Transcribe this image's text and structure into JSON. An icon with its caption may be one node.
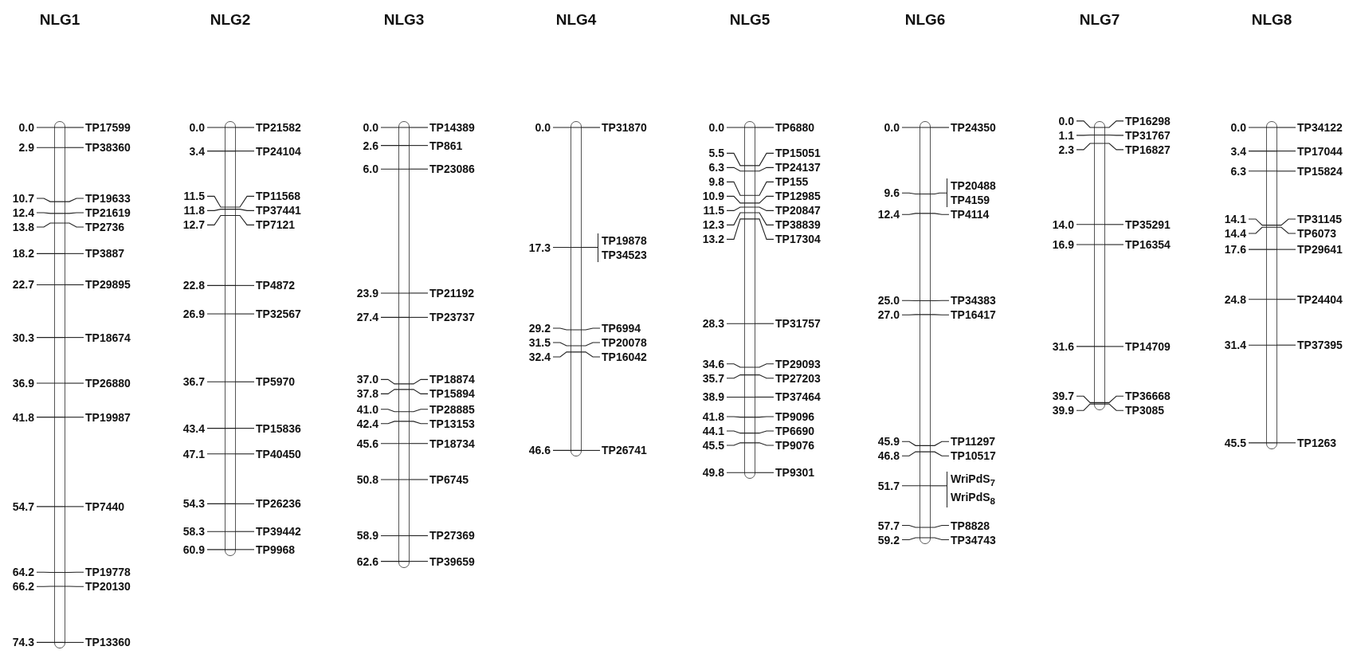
{
  "diagram": {
    "nodes": [
      {
        "text": [],
        "shape": "bar",
        "beside": [
          "0.0",
          "2.9",
          "10.7",
          "12.4",
          "13.8",
          "18.2",
          "22.7",
          "30.3",
          "36.9",
          "41.8",
          "54.7",
          "64.2",
          "66.2",
          "74.3"
        ]
      },
      {
        "text": [
          "TP17599"
        ]
      },
      {
        "text": [
          "TP38360"
        ]
      },
      {
        "text": [
          "TP19633"
        ]
      },
      {
        "text": [
          "TP21619"
        ]
      },
      {
        "text": [
          "TP2736"
        ]
      },
      {
        "text": [
          "TP3887"
        ]
      },
      {
        "text": [
          "TP29895"
        ]
      },
      {
        "text": [
          "TP18674"
        ]
      },
      {
        "text": [
          "TP26880"
        ]
      },
      {
        "text": [
          "TP19987"
        ]
      },
      {
        "text": [
          "TP7440"
        ]
      },
      {
        "text": [
          "TP19778"
        ]
      },
      {
        "text": [
          "TP20130"
        ]
      },
      {
        "text": [
          "TP13360"
        ]
      },
      {
        "text": [],
        "shape": "bar",
        "beside": [
          "0.0",
          "3.4",
          "11.5",
          "11.8",
          "12.7",
          "22.8",
          "26.9",
          "36.7",
          "43.4",
          "47.1",
          "54.3",
          "58.3",
          "60.9"
        ]
      },
      {
        "text": [
          "TP21582"
        ]
      },
      {
        "text": [
          "TP24104"
        ]
      },
      {
        "text": [
          "TP11568"
        ]
      },
      {
        "text": [
          "TP37441"
        ]
      },
      {
        "text": [
          "TP7121"
        ]
      },
      {
        "text": [
          "TP4872"
        ]
      },
      {
        "text": [
          "TP32567"
        ]
      },
      {
        "text": [
          "TP5970"
        ]
      },
      {
        "text": [
          "TP15836"
        ]
      },
      {
        "text": [
          "TP40450"
        ]
      },
      {
        "text": [
          "TP26236"
        ]
      },
      {
        "text": [
          "TP39442"
        ]
      },
      {
        "text": [
          "TP9968"
        ]
      },
      {
        "text": [],
        "shape": "bar",
        "beside": [
          "0.0",
          "2.6",
          "6.0",
          "23.9",
          "27.4",
          "37.0",
          "37.8",
          "41.0",
          "42.4",
          "45.6",
          "50.8",
          "58.9",
          "62.6"
        ]
      },
      {
        "text": [
          "TP14389"
        ]
      },
      {
        "text": [
          "TP861"
        ]
      },
      {
        "text": [
          "TP23086"
        ]
      },
      {
        "text": [
          "TP21192"
        ]
      },
      {
        "text": [
          "TP23737"
        ]
      },
      {
        "text": [
          "TP18874"
        ]
      },
      {
        "text": [
          "TP15894"
        ]
      },
      {
        "text": [
          "TP28885"
        ]
      },
      {
        "text": [
          "TP13153"
        ]
      },
      {
        "text": [
          "TP18734"
        ]
      },
      {
        "text": [
          "TP6745"
        ]
      },
      {
        "text": [
          "TP27369"
        ]
      },
      {
        "text": [
          "TP39659"
        ]
      },
      {
        "text": [],
        "shape": "bar",
        "beside": [
          "0.0",
          "17.3",
          "29.2",
          "31.5",
          "32.4",
          "46.6"
        ]
      },
      {
        "text": [
          "TP31870"
        ]
      },
      {
        "text": [
          "TP19878",
          "TP34523"
        ]
      },
      {
        "text": [
          "TP6994"
        ]
      },
      {
        "text": [
          "TP20078"
        ]
      },
      {
        "text": [
          "TP16042"
        ]
      },
      {
        "text": [
          "TP26741"
        ]
      },
      {
        "text": [],
        "shape": "bar",
        "beside": [
          "0.0",
          "5.5",
          "6.3",
          "9.8",
          "10.9",
          "11.5",
          "12.3",
          "13.2",
          "28.3",
          "34.6",
          "35.7",
          "38.9",
          "41.8",
          "44.1",
          "45.5",
          "49.8"
        ]
      },
      {
        "text": [
          "TP6880"
        ]
      },
      {
        "text": [
          "TP15051"
        ]
      },
      {
        "text": [
          "TP24137"
        ]
      },
      {
        "text": [
          "TP155"
        ]
      },
      {
        "text": [
          "TP12985"
        ]
      },
      {
        "text": [
          "TP20847"
        ]
      },
      {
        "text": [
          "TP38839"
        ]
      },
      {
        "text": [
          "TP17304"
        ]
      },
      {
        "text": [
          "TP31757"
        ]
      },
      {
        "text": [
          "TP29093"
        ]
      },
      {
        "text": [
          "TP27203"
        ]
      },
      {
        "text": [
          "TP37464"
        ]
      },
      {
        "text": [
          "TP9096"
        ]
      },
      {
        "text": [
          "TP6690"
        ]
      },
      {
        "text": [
          "TP9076"
        ]
      },
      {
        "text": [
          "TP9301"
        ]
      },
      {
        "text": [],
        "shape": "bar",
        "beside": [
          "0.0",
          "9.6",
          "12.4",
          "25.0",
          "27.0",
          "45.9",
          "46.8",
          "51.7",
          "57.7",
          "59.2"
        ]
      },
      {
        "text": [
          "TP24350"
        ]
      },
      {
        "text": [
          "TP20488",
          "TP4159"
        ]
      },
      {
        "text": [
          "TP4114"
        ]
      },
      {
        "text": [
          "TP34383"
        ]
      },
      {
        "text": [
          "TP16417"
        ]
      },
      {
        "text": [
          "TP11297"
        ]
      },
      {
        "text": [
          "TP10517"
        ]
      },
      {
        "text": [
          "WriPdS$_{7}$",
          "WriPdS$_{8}$"
        ]
      },
      {
        "text": [
          "TP8828"
        ]
      },
      {
        "text": [
          "TP34743"
        ]
      },
      {
        "text": [],
        "shape": "bar",
        "beside": [
          "0.0",
          "1.1",
          "2.3",
          "14.0",
          "16.9",
          "31.6",
          "39.7",
          "39.9"
        ]
      },
      {
        "text": [
          "TP16298"
        ]
      },
      {
        "text": [
          "TP31767"
        ]
      },
      {
        "text": [
          "TP16827"
        ]
      },
      {
        "text": [
          "TP35291"
        ]
      },
      {
        "text": [
          "TP16354"
        ]
      },
      {
        "text": [
          "TP14709"
        ]
      },
      {
        "text": [
          "TP36668"
        ]
      },
      {
        "text": [
          "TP3085"
        ]
      },
      {
        "text": [],
        "shape": "bar",
        "beside": [
          "0.0",
          "3.4",
          "6.3",
          "14.1",
          "14.4",
          "17.6",
          "24.8",
          "31.4",
          "45.5"
        ]
      },
      {
        "text": [
          "TP34122"
        ]
      },
      {
        "text": [
          "TP17044"
        ]
      },
      {
        "text": [
          "TP15824"
        ]
      },
      {
        "text": [
          "TP31145"
        ]
      },
      {
        "text": [
          "TP6073"
        ]
      },
      {
        "text": [
          "TP29641"
        ]
      },
      {
        "text": [
          "TP24404"
        ]
      },
      {
        "text": [
          "TP37395"
        ]
      },
      {
        "text": [
          "TP1263"
        ]
      }
    ],
    "edges": [
      {
        "from": 1,
        "to": 0,
        "arrow": "none"
      },
      {
        "from": 2,
        "to": 0,
        "arrow": "none"
      },
      {
        "from": 3,
        "to": 0,
        "arrow": "none"
      },
      {
        "from": 4,
        "to": 0,
        "arrow": "none"
      },
      {
        "from": 5,
        "to": 0,
        "arrow": "none"
      },
      {
        "from": 6,
        "to": 0,
        "arrow": "none"
      },
      {
        "from": 7,
        "to": 0,
        "arrow": "none"
      },
      {
        "from": 8,
        "to": 0,
        "arrow": "none"
      },
      {
        "from": 9,
        "to": 0,
        "arrow": "none"
      },
      {
        "from": 10,
        "to": 0,
        "arrow": "none"
      },
      {
        "from": 11,
        "to": 0,
        "arrow": "none"
      },
      {
        "from": 12,
        "to": 0,
        "arrow": "none"
      },
      {
        "from": 13,
        "to": 0,
        "arrow": "none"
      },
      {
        "from": 14,
        "to": 0,
        "arrow": "none"
      },
      {
        "from": 16,
        "to": 15,
        "arrow": "none"
      },
      {
        "from": 17,
        "to": 15,
        "arrow": "none"
      },
      {
        "from": 18,
        "to": 15,
        "arrow": "none"
      },
      {
        "from": 19,
        "to": 15,
        "arrow": "none"
      },
      {
        "from": 20,
        "to": 15,
        "arrow": "none"
      },
      {
        "from": 21,
        "to": 15,
        "arrow": "none"
      },
      {
        "from": 22,
        "to": 15,
        "arrow": "none"
      },
      {
        "from": 23,
        "to": 15,
        "arrow": "none"
      },
      {
        "from": 24,
        "to": 15,
        "arrow": "none"
      },
      {
        "from": 25,
        "to": 15,
        "arrow": "none"
      },
      {
        "from": 26,
        "to": 15,
        "arrow": "none"
      },
      {
        "from": 27,
        "to": 15,
        "arrow": "none"
      },
      {
        "from": 28,
        "to": 15,
        "arrow": "none"
      },
      {
        "from": 30,
        "to": 29,
        "arrow": "none"
      },
      {
        "from": 31,
        "to": 29,
        "arrow": "none"
      },
      {
        "from": 32,
        "to": 29,
        "arrow": "none"
      },
      {
        "from": 33,
        "to": 29,
        "arrow": "none"
      },
      {
        "from": 34,
        "to": 29,
        "arrow": "none"
      },
      {
        "from": 35,
        "to": 29,
        "arrow": "none"
      },
      {
        "from": 36,
        "to": 29,
        "arrow": "none"
      },
      {
        "from": 37,
        "to": 29,
        "arrow": "none"
      },
      {
        "from": 38,
        "to": 29,
        "arrow": "none"
      },
      {
        "from": 39,
        "to": 29,
        "arrow": "none"
      },
      {
        "from": 40,
        "to": 29,
        "arrow": "none"
      },
      {
        "from": 41,
        "to": 29,
        "arrow": "none"
      },
      {
        "from": 42,
        "to": 29,
        "arrow": "none"
      },
      {
        "from": 44,
        "to": 43,
        "arrow": "none"
      },
      {
        "from": 45,
        "to": 43,
        "arrow": "none"
      },
      {
        "from": 46,
        "to": 43,
        "arrow": "none"
      },
      {
        "from": 47,
        "to": 43,
        "arrow": "none"
      },
      {
        "from": 48,
        "to": 43,
        "arrow": "none"
      },
      {
        "from": 49,
        "to": 43,
        "arrow": "none"
      },
      {
        "from": 51,
        "to": 50,
        "arrow": "none"
      },
      {
        "from": 52,
        "to": 50,
        "arrow": "none"
      },
      {
        "from": 53,
        "to": 50,
        "arrow": "none"
      },
      {
        "from": 54,
        "to": 50,
        "arrow": "none"
      },
      {
        "from": 55,
        "to": 50,
        "arrow": "none"
      },
      {
        "from": 56,
        "to": 50,
        "arrow": "none"
      },
      {
        "from": 57,
        "to": 50,
        "arrow": "none"
      },
      {
        "from": 58,
        "to": 50,
        "arrow": "none"
      },
      {
        "from": 59,
        "to": 50,
        "arrow": "none"
      },
      {
        "from": 60,
        "to": 50,
        "arrow": "none"
      },
      {
        "from": 61,
        "to": 50,
        "arrow": "none"
      },
      {
        "from": 62,
        "to": 50,
        "arrow": "none"
      },
      {
        "from": 63,
        "to": 50,
        "arrow": "none"
      },
      {
        "from": 64,
        "to": 50,
        "arrow": "none"
      },
      {
        "from": 65,
        "to": 50,
        "arrow": "none"
      },
      {
        "from": 66,
        "to": 50,
        "arrow": "none"
      },
      {
        "from": 68,
        "to": 67,
        "arrow": "none"
      },
      {
        "from": 69,
        "to": 67,
        "arrow": "none"
      },
      {
        "from": 70,
        "to": 67,
        "arrow": "none"
      },
      {
        "from": 71,
        "to": 67,
        "arrow": "none"
      },
      {
        "from": 72,
        "to": 67,
        "arrow": "none"
      },
      {
        "from": 73,
        "to": 67,
        "arrow": "none"
      },
      {
        "from": 74,
        "to": 67,
        "arrow": "none"
      },
      {
        "from": 75,
        "to": 67,
        "arrow": "none"
      },
      {
        "from": 76,
        "to": 67,
        "arrow": "none"
      },
      {
        "from": 77,
        "to": 67,
        "arrow": "none"
      },
      {
        "from": 79,
        "to": 78,
        "arrow": "none"
      },
      {
        "from": 80,
        "to": 78,
        "arrow": "none"
      },
      {
        "from": 81,
        "to": 78,
        "arrow": "none"
      },
      {
        "from": 82,
        "to": 78,
        "arrow": "none"
      },
      {
        "from": 83,
        "to": 78,
        "arrow": "none"
      },
      {
        "from": 84,
        "to": 78,
        "arrow": "none"
      },
      {
        "from": 85,
        "to": 78,
        "arrow": "none"
      },
      {
        "from": 86,
        "to": 78,
        "arrow": "none"
      },
      {
        "from": 88,
        "to": 87,
        "arrow": "none"
      },
      {
        "from": 89,
        "to": 87,
        "arrow": "none"
      },
      {
        "from": 90,
        "to": 87,
        "arrow": "none"
      },
      {
        "from": 91,
        "to": 87,
        "arrow": "none"
      },
      {
        "from": 92,
        "to": 87,
        "arrow": "none"
      },
      {
        "from": 93,
        "to": 87,
        "arrow": "none"
      },
      {
        "from": 94,
        "to": 87,
        "arrow": "none"
      },
      {
        "from": 95,
        "to": 87,
        "arrow": "none"
      },
      {
        "from": 96,
        "to": 87,
        "arrow": "none"
      }
    ],
    "labels": [
      "NLG1",
      "NLG2",
      "NLG3",
      "NLG4",
      "NLG5",
      "NLG6",
      "NLG7",
      "NLG8"
    ]
  }
}
